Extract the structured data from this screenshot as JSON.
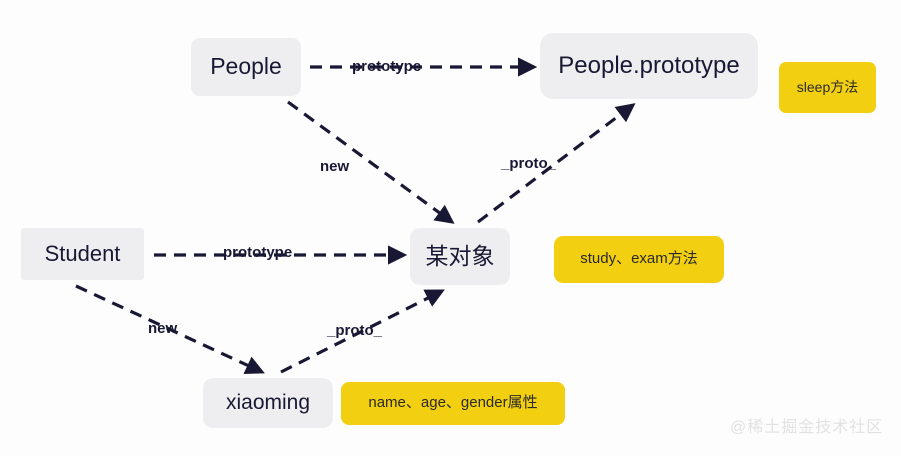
{
  "diagram": {
    "background_color": "#fdfdfd",
    "node_fill_grey": "#eeeef0",
    "node_fill_yellow": "#f3cf11",
    "edge_color": "#191834",
    "text_color": "#191834",
    "nodes": [
      {
        "id": "people",
        "label": "People",
        "type": "grey"
      },
      {
        "id": "people_prototype",
        "label": "People.prototype",
        "type": "grey"
      },
      {
        "id": "sleep",
        "label": "sleep方法",
        "type": "yellow"
      },
      {
        "id": "student",
        "label": "Student",
        "type": "grey"
      },
      {
        "id": "object",
        "label": "某对象",
        "type": "grey"
      },
      {
        "id": "study",
        "label": "study、exam方法",
        "type": "yellow"
      },
      {
        "id": "xiaoming",
        "label": "xiaoming",
        "type": "grey"
      },
      {
        "id": "attrs",
        "label": "name、age、gender属性",
        "type": "yellow"
      }
    ],
    "edges": [
      {
        "id": "people_to_prototype",
        "from": "people",
        "to": "people_prototype",
        "label": "prototype",
        "style": "dashed-arrow"
      },
      {
        "id": "people_to_object",
        "from": "people",
        "to": "object",
        "label": "new",
        "style": "dashed-arrow"
      },
      {
        "id": "object_to_prototype",
        "from": "object",
        "to": "people_prototype",
        "label": "_proto_",
        "style": "dashed-arrow"
      },
      {
        "id": "student_to_object",
        "from": "student",
        "to": "object",
        "label": "prototype",
        "style": "dashed-arrow"
      },
      {
        "id": "student_to_xiaoming",
        "from": "student",
        "to": "xiaoming",
        "label": "new",
        "style": "dashed-arrow"
      },
      {
        "id": "xiaoming_to_object",
        "from": "xiaoming",
        "to": "object",
        "label": "_proto_",
        "style": "dashed-arrow"
      }
    ]
  },
  "watermark": {
    "text": "@稀土掘金技术社区"
  }
}
